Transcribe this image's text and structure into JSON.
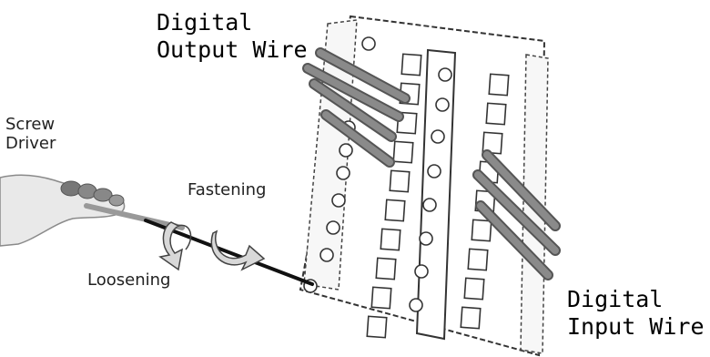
{
  "labels": {
    "digital_output_wire": "Digital\nOutput Wire",
    "digital_input_wire": "Digital\nInput Wire",
    "screw_driver": "Screw\nDriver",
    "fastening": "Fastening",
    "loosening": "Loosening"
  },
  "colors": {
    "wire": "#8a8a8a",
    "wire_dark": "#555555",
    "block_outline": "#333333",
    "shaft": "#111111",
    "arrow_fill": "#d8d8d8"
  }
}
